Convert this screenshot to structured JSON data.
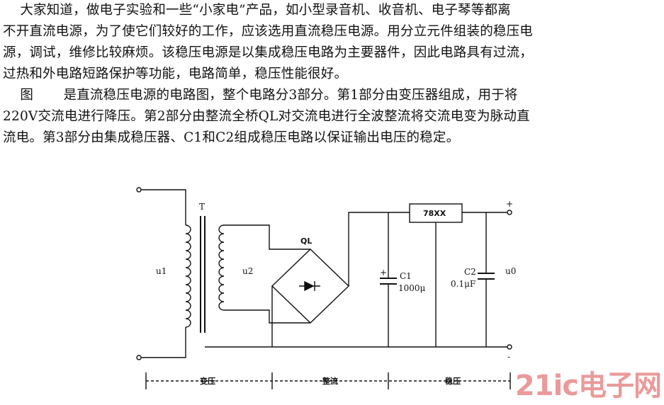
{
  "text": {
    "lines": [
      "    大家知道，做电子实验和一些“小家电”产品，如小型录音机、收音机、电子琴等都离",
      "不开直流电源，为了使它们较好的工作，应该选用直流稳压电源。用分立元件组装的稳压电",
      "源，调试，维修比较麻烦。该稳压电源是以集成稳压电路为主要器件，因此电路具有过流，",
      "过热和外电路短路保护等功能，电路简单，稳压性能很好。",
      "    图       是直流稳压电源的电路图，整个电路分3部分。第1部分由变压器组成，用于将",
      "220V交流电进行降压。第2部分由整流全桥QL对交流电进行全波整流将交流电变为脉动直",
      "流电。第3部分由集成稳压器、C1和C2组成稳压电路以保证输出电压的稳定。"
    ]
  },
  "diagram": {
    "transformer_label": "T",
    "primary_label": "u1",
    "secondary_label": "u2",
    "bridge_label": "QL",
    "regulator_label": "78XX",
    "c1_label": "C1",
    "c1_value": "1000μ",
    "c1_polarity": "+",
    "c2_label": "C2",
    "c2_value": "0.1μF",
    "output_label": "u0",
    "out_plus": "+",
    "out_minus": "-",
    "section_transform": "变压",
    "section_rectify": "整流",
    "section_regulate": "稳压"
  },
  "watermark": "21ic电子网"
}
